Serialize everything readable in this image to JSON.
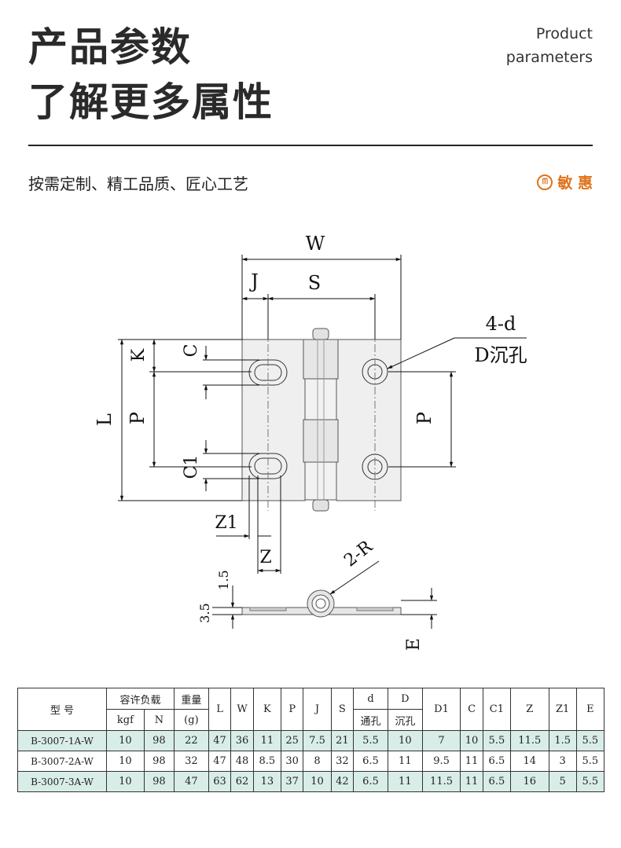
{
  "header": {
    "title_line1": "产品参数",
    "title_line2": "了解更多属性",
    "en_line1": "Product",
    "en_line2": "parameters",
    "slogan": "按需定制、精工品质、匠心工艺",
    "brand": "敏 惠",
    "brand_icon": "hinge-logo-icon",
    "brand_color": "#e0731a"
  },
  "drawing": {
    "labels": {
      "W": "W",
      "J": "J",
      "S": "S",
      "K": "K",
      "C": "C",
      "L": "L",
      "P_left": "P",
      "P_right": "P",
      "C1": "C1",
      "Z1": "Z1",
      "Z": "Z",
      "hole_note_1": "4-d",
      "hole_note_2": "D沉孔",
      "radius": "2-R",
      "dim_1_5": "1.5",
      "dim_3_5": "3.5",
      "E": "E"
    }
  },
  "table": {
    "header_row1": [
      "型 号",
      "容许负载",
      "重量",
      "L",
      "W",
      "K",
      "P",
      "J",
      "S",
      "d",
      "D",
      "D1",
      "C",
      "C1",
      "Z",
      "Z1",
      "E"
    ],
    "header_row2": [
      "kgf",
      "N",
      "(g)",
      "通孔",
      "沉孔"
    ],
    "rows": [
      [
        "B-3007-1A-W",
        "10",
        "98",
        "22",
        "47",
        "36",
        "11",
        "25",
        "7.5",
        "21",
        "5.5",
        "10",
        "7",
        "10",
        "5.5",
        "11.5",
        "1.5",
        "5.5"
      ],
      [
        "B-3007-2A-W",
        "10",
        "98",
        "32",
        "47",
        "48",
        "8.5",
        "30",
        "8",
        "32",
        "6.5",
        "11",
        "9.5",
        "11",
        "6.5",
        "14",
        "3",
        "5.5"
      ],
      [
        "B-3007-3A-W",
        "10",
        "98",
        "47",
        "63",
        "62",
        "13",
        "37",
        "10",
        "42",
        "6.5",
        "11",
        "11.5",
        "11",
        "6.5",
        "16",
        "5",
        "5.5"
      ]
    ],
    "row_highlight_color": "#d8ede8"
  }
}
